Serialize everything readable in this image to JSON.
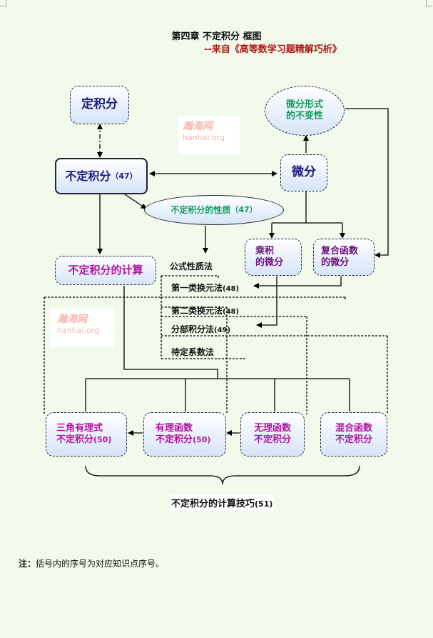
{
  "header": {
    "title": "第四章  不定积分  框图",
    "subtitle": "--来自《高等数学习题精解巧析》"
  },
  "nodes": {
    "definite_integral": "定积分",
    "indefinite_integral": "不定积分",
    "indefinite_integral_ref": "（47）",
    "differential_invariance_line1": "微分形式",
    "differential_invariance_line2": "的不变性",
    "differential": "微分",
    "properties": "不定积分的性质",
    "properties_ref": "（47）",
    "product_diff_line1": "乘积",
    "product_diff_line2": "的微分",
    "composite_diff_line1": "复合函数",
    "composite_diff_line2": "的微分",
    "calculation": "不定积分的计算",
    "trig_rational_line1": "三角有理式",
    "trig_rational_line2": "不定积分",
    "trig_rational_ref": "(50)",
    "rational_line1": "有理函数",
    "rational_line2": "不定积分",
    "rational_ref": "(50)",
    "irrational_line1": "无理函数",
    "irrational_line2": "不定积分",
    "mixed_line1": "混合函数",
    "mixed_line2": "不定积分"
  },
  "methods": {
    "formula": "公式性质法",
    "sub1": "第一类换元法",
    "sub1_ref": "(48)",
    "sub2": "第二类换元法",
    "sub2_ref": "(48)",
    "parts": "分部积分法",
    "parts_ref": "(49)",
    "undetermined": "待定系数法"
  },
  "techniques_label": "不定积分的计算技巧",
  "techniques_ref": "(51)",
  "watermark": {
    "cn": "瀚海网",
    "en": "hanhai.org"
  },
  "note": {
    "prefix": "注：",
    "text": "括号内的序号为对应知识点序号。"
  }
}
